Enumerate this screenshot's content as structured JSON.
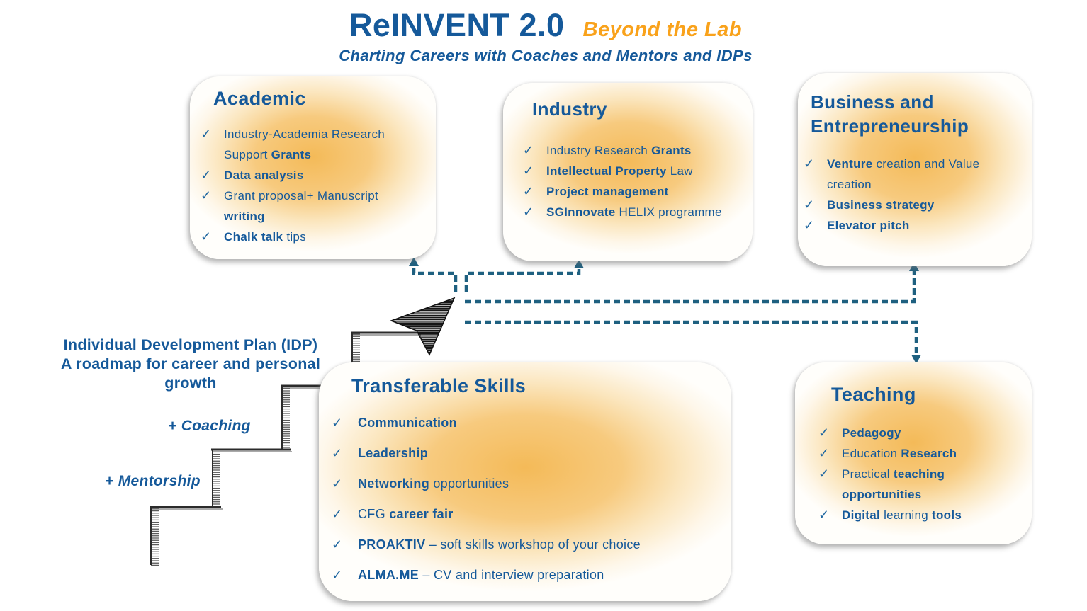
{
  "header": {
    "title": "ReINVENT 2.0",
    "tagline": "Beyond the Lab",
    "subtitle": "Charting Careers with Coaches and Mentors and IDPs"
  },
  "idp": {
    "heading": "Individual Development Plan (IDP)\nA roadmap for career and personal\ngrowth",
    "coaching": "+ Coaching",
    "mentorship": "+ Mentorship"
  },
  "check_glyph": "✓",
  "colors": {
    "blue": "#15599A",
    "orange": "#F9A21B",
    "dash": "#1E6080",
    "check": "#1E66A0"
  },
  "boxes": [
    {
      "id": "academic",
      "title": "Academic",
      "items": [
        {
          "segments": [
            {
              "text": "Industry-Academia Research Support ",
              "bold": false
            },
            {
              "text": "Grants",
              "bold": true
            }
          ]
        },
        {
          "segments": [
            {
              "text": "Data analysis",
              "bold": true
            }
          ]
        },
        {
          "segments": [
            {
              "text": "Grant proposal+ Manuscript ",
              "bold": false
            },
            {
              "text": "writing",
              "bold": true
            }
          ]
        },
        {
          "segments": [
            {
              "text": "Chalk talk",
              "bold": true
            },
            {
              "text": " tips",
              "bold": false
            }
          ]
        }
      ]
    },
    {
      "id": "industry",
      "title": "Industry",
      "items": [
        {
          "segments": [
            {
              "text": "Industry Research ",
              "bold": false
            },
            {
              "text": "Grants",
              "bold": true
            }
          ]
        },
        {
          "segments": [
            {
              "text": "Intellectual Property",
              "bold": true
            },
            {
              "text": " Law",
              "bold": false
            }
          ]
        },
        {
          "segments": [
            {
              "text": "Project management",
              "bold": true
            }
          ]
        },
        {
          "segments": [
            {
              "text": "SGInnovate",
              "bold": true
            },
            {
              "text": " HELIX programme",
              "bold": false
            }
          ]
        }
      ]
    },
    {
      "id": "business",
      "title": "Business and Entrepreneurship",
      "items": [
        {
          "segments": [
            {
              "text": "Venture",
              "bold": true
            },
            {
              "text": " creation and Value creation",
              "bold": false
            }
          ]
        },
        {
          "segments": [
            {
              "text": "Business strategy",
              "bold": true
            }
          ]
        },
        {
          "segments": [
            {
              "text": "Elevator pitch",
              "bold": true
            }
          ]
        }
      ]
    },
    {
      "id": "transferable",
      "title": "Transferable Skills",
      "items": [
        {
          "segments": [
            {
              "text": "Communication",
              "bold": true
            }
          ]
        },
        {
          "segments": [
            {
              "text": "Leadership",
              "bold": true
            }
          ]
        },
        {
          "segments": [
            {
              "text": "Networking",
              "bold": true
            },
            {
              "text": " opportunities",
              "bold": false
            }
          ]
        },
        {
          "segments": [
            {
              "text": "CFG ",
              "bold": false
            },
            {
              "text": "career fair",
              "bold": true
            }
          ]
        },
        {
          "segments": [
            {
              "text": "PROAKTIV",
              "bold": true
            },
            {
              "text": " – soft skills workshop of your choice",
              "bold": false
            }
          ]
        },
        {
          "segments": [
            {
              "text": "ALMA.ME",
              "bold": true
            },
            {
              "text": " – CV and interview preparation",
              "bold": false
            }
          ]
        }
      ]
    },
    {
      "id": "teaching",
      "title": "Teaching",
      "items": [
        {
          "segments": [
            {
              "text": "Pedagogy",
              "bold": true
            }
          ]
        },
        {
          "segments": [
            {
              "text": "Education ",
              "bold": false
            },
            {
              "text": "Research",
              "bold": true
            }
          ]
        },
        {
          "segments": [
            {
              "text": "Practical ",
              "bold": false
            },
            {
              "text": "teaching opportunities",
              "bold": true
            }
          ]
        },
        {
          "segments": [
            {
              "text": "Digital",
              "bold": true
            },
            {
              "text": " learning ",
              "bold": false
            },
            {
              "text": "tools",
              "bold": true
            }
          ]
        }
      ]
    }
  ]
}
